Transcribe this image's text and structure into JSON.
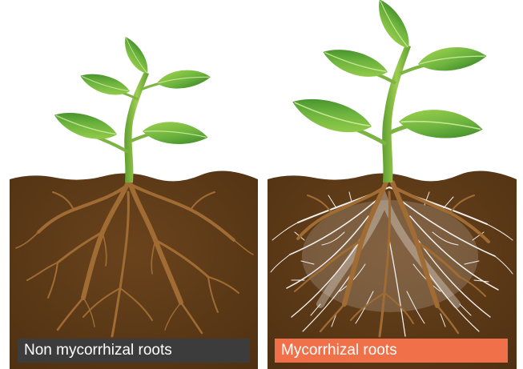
{
  "panels": [
    {
      "label": "Non mycorrhizal roots",
      "label_bg": "#3c3c3c",
      "type": "non-mycorrhizal"
    },
    {
      "label": "Mycorrhizal roots",
      "label_bg": "#f0704a",
      "type": "mycorrhizal"
    }
  ],
  "colors": {
    "soil": "#5e3a17",
    "soil_dark": "#4a2c10",
    "root": "#a06c34",
    "hyphae": "#ffffff",
    "leaf_light": "#8cc63f",
    "leaf_dark": "#3f8f2a",
    "stem": "#7cb342"
  }
}
